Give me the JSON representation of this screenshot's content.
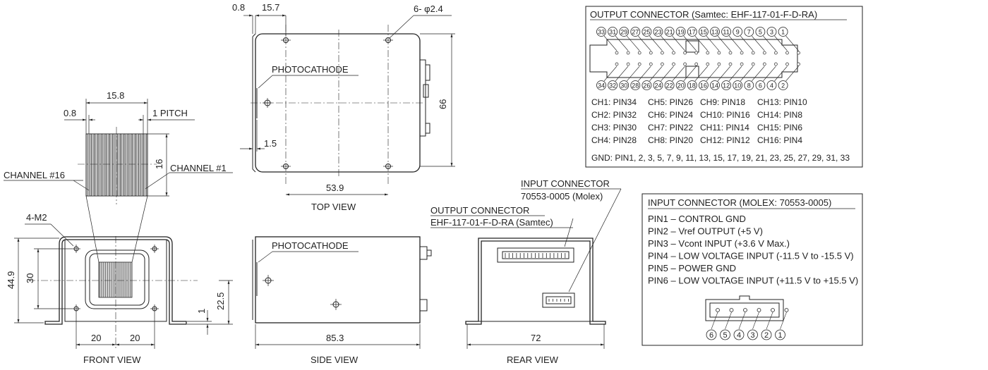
{
  "dims": {
    "top_0_8": "0.8",
    "top_15_7": "15.7",
    "hole": "6- φ2.4",
    "top_66": "66",
    "top_1_5": "1.5",
    "top_53_9": "53.9",
    "ch_15_8": "15.8",
    "ch_0_8": "0.8",
    "ch_pitch": "1 PITCH",
    "ch_16": "16",
    "front_m2": "4-M2",
    "front_44_9": "44.9",
    "front_30": "30",
    "front_20a": "20",
    "front_20b": "20",
    "side_22_5": "22.5",
    "side_1": "1",
    "side_85_3": "85.3",
    "rear_72": "72"
  },
  "labels": {
    "channel16": "CHANNEL #16",
    "channel1": "CHANNEL #1",
    "photocathode_top": "PHOTOCATHODE",
    "photocathode_side": "PHOTOCATHODE",
    "input_conn_line1": "INPUT CONNECTOR",
    "input_conn_line2": "70553-0005 (Molex)",
    "output_conn_line1": "OUTPUT CONNECTOR",
    "output_conn_line2": "EHF-117-01-F-D-RA (Samtec)"
  },
  "views": {
    "top": "TOP VIEW",
    "front": "FRONT VIEW",
    "side": "SIDE VIEW",
    "rear": "REAR VIEW"
  },
  "output_connector": {
    "title": "OUTPUT CONNECTOR (Samtec: EHF-117-01-F-D-RA)",
    "top_pins": [
      "33",
      "31",
      "29",
      "27",
      "25",
      "23",
      "21",
      "19",
      "17",
      "15",
      "13",
      "11",
      "9",
      "7",
      "5",
      "3",
      "1"
    ],
    "bottom_pins": [
      "34",
      "32",
      "30",
      "28",
      "26",
      "24",
      "22",
      "20",
      "18",
      "16",
      "14",
      "12",
      "10",
      "8",
      "6",
      "4",
      "2"
    ],
    "mapping": [
      [
        "CH1: PIN34",
        "CH5: PIN26",
        "CH9: PIN18",
        "CH13: PIN10"
      ],
      [
        "CH2: PIN32",
        "CH6: PIN24",
        "CH10: PIN16",
        "CH14: PIN8"
      ],
      [
        "CH3: PIN30",
        "CH7: PIN22",
        "CH11: PIN14",
        "CH15: PIN6"
      ],
      [
        "CH4: PIN28",
        "CH8: PIN20",
        "CH12: PIN12",
        "CH16: PIN4"
      ]
    ],
    "gnd": "GND: PIN1, 2, 3, 5, 7, 9, 11, 13, 15, 17, 19, 21, 23, 25, 27, 29, 31, 33"
  },
  "input_connector": {
    "title": "INPUT CONNECTOR (MOLEX: 70553-0005)",
    "pins": [
      "PIN1 – CONTROL GND",
      "PIN2 – Vref OUTPUT (+5 V)",
      "PIN3 – Vcont INPUT (+3.6 V Max.)",
      "PIN4 – LOW VOLTAGE INPUT (-11.5 V to -15.5 V)",
      "PIN5 – POWER GND",
      "PIN6 – LOW VOLTAGE INPUT (+11.5 V to +15.5 V)"
    ],
    "pin_numbers": [
      "6",
      "5",
      "4",
      "3",
      "2",
      "1"
    ]
  }
}
